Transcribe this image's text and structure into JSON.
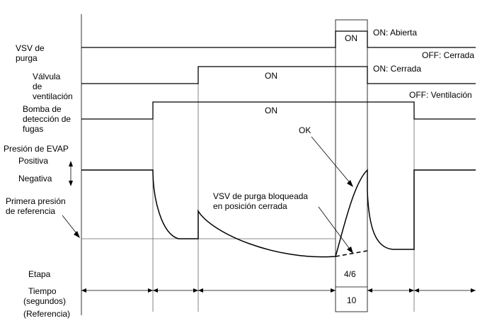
{
  "signals": {
    "purge_vsv": {
      "label_line1": "VSV de",
      "label_line2": "purga",
      "on_text": "ON",
      "on_state": "ON: Abierta",
      "off_state": "OFF: Cerrada"
    },
    "vent_valve": {
      "label_line1": "Válvula",
      "label_line2": "de",
      "label_line3": "ventilación",
      "on_text": "ON",
      "on_state": "ON: Cerrada",
      "off_state": "OFF: Ventilación"
    },
    "leak_pump": {
      "label_line1": "Bomba de",
      "label_line2": "detección de",
      "label_line3": "fugas",
      "on_text": "ON"
    }
  },
  "pressure": {
    "title": "Presión de EVAP",
    "positive": "Positiva",
    "negative": "Negativa",
    "first_ref_line1": "Primera presión",
    "first_ref_line2": "de referencia"
  },
  "annotations": {
    "ok": "OK",
    "stuck_line1": "VSV de purga bloqueada",
    "stuck_line2": "en posición cerrada"
  },
  "footer": {
    "stage_label": "Etapa",
    "stage_value": "4/6",
    "time_label_line1": "Tiempo",
    "time_label_line2": "(segundos)",
    "time_value": "10",
    "reference_label": "(Referencia)"
  }
}
